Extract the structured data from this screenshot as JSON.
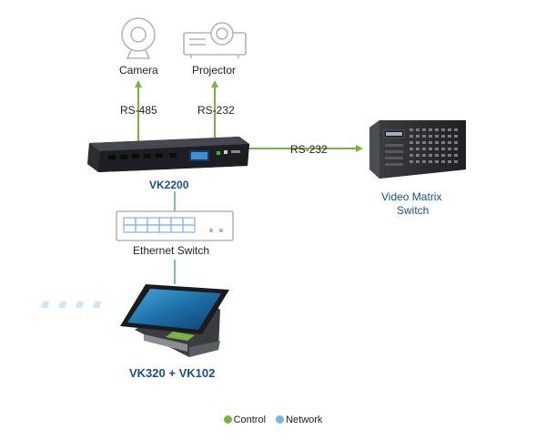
{
  "colors": {
    "control": "#7ab342",
    "network": "#7fb4dc",
    "title_blue": "#1b4f80",
    "device_dark": "#2a2c30",
    "icon_stroke": "#b5b5b5"
  },
  "nodes": {
    "camera": {
      "label": "Camera",
      "icon": "camera-icon"
    },
    "projector": {
      "label": "Projector",
      "icon": "projector-icon"
    },
    "vk2200": {
      "label": "VK2200",
      "icon": "controller-device-icon"
    },
    "video_matrix": {
      "label_line1": "Video Matrix",
      "label_line2": "Switch",
      "icon": "video-matrix-icon"
    },
    "ethernet_switch": {
      "label": "Ethernet Switch",
      "icon": "ethernet-switch-icon"
    },
    "touch_panel": {
      "label": "VK320 + VK102",
      "icon": "touch-panel-icon"
    }
  },
  "connections": {
    "camera": "RS-485",
    "projector": "RS-232",
    "matrix": "RS-232"
  },
  "legend": {
    "control": "Control",
    "network": "Network"
  }
}
